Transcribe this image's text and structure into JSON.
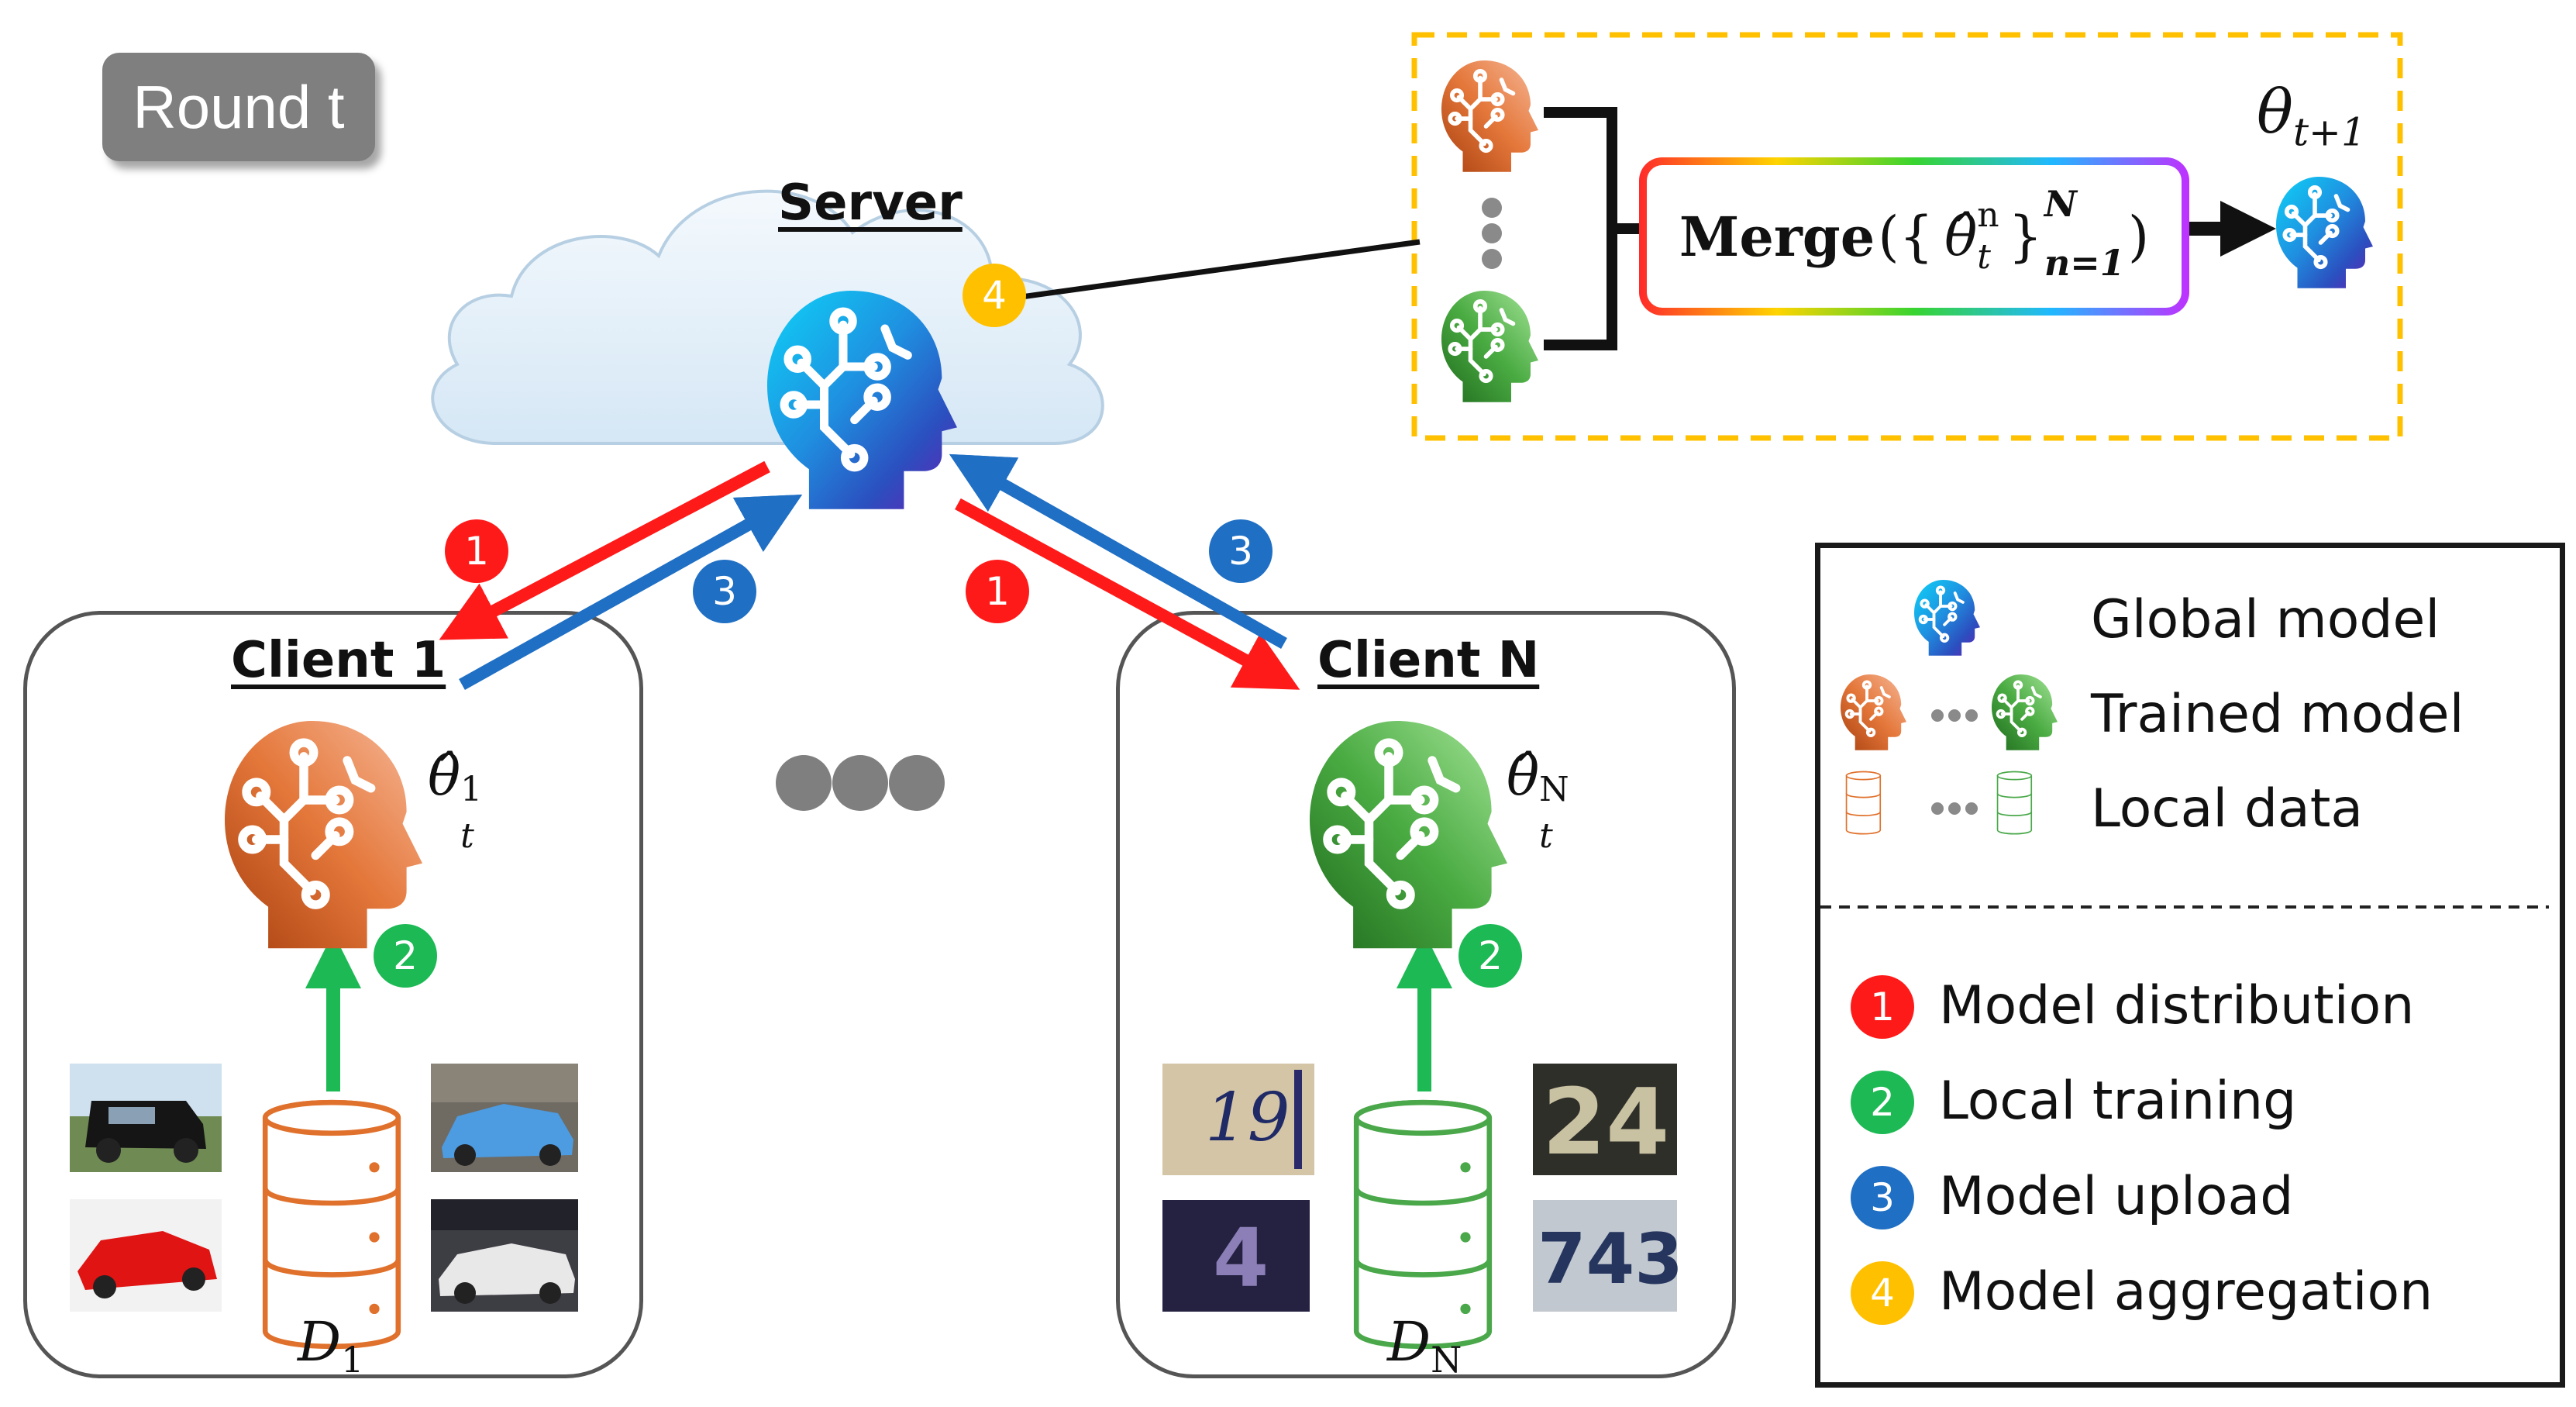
{
  "round_label": "Round t",
  "server": {
    "label": "Server"
  },
  "client_1": {
    "label": "Client 1",
    "theta": "θ̂",
    "theta_sub": "t",
    "theta_sup": "1",
    "dataset": "D",
    "dataset_sub": "1"
  },
  "client_n": {
    "label": "Client N",
    "theta": "θ̂",
    "theta_sub": "t",
    "theta_sup": "N",
    "dataset": "D",
    "dataset_sub": "N"
  },
  "merge": {
    "word": "Merge",
    "open": "({",
    "theta": "θ̂",
    "theta_sub": "t",
    "theta_sup": "n",
    "close_brace": "}",
    "set_sup": "N",
    "set_sub": "n=1",
    "close_paren": ")"
  },
  "next_model": {
    "theta": "θ",
    "sub": "t+1"
  },
  "step_numbers": {
    "distribution": "1",
    "training": "2",
    "upload": "3",
    "aggregation": "4"
  },
  "legend": {
    "global_model": "Global model",
    "trained_model": "Trained model",
    "local_data": "Local data",
    "model_distribution": "Model distribution",
    "local_training": "Local training",
    "model_upload": "Model upload",
    "model_aggregation": "Model aggregation"
  },
  "svhn_digits": [
    "19",
    "24",
    "4",
    "743"
  ],
  "colors": {
    "distribution": "#ff1a1a",
    "training": "#1db954",
    "upload": "#1f6fc4",
    "aggregation": "#ffc000",
    "client_1": "#e0712c",
    "client_n": "#4aa84a",
    "dashed_border": "#ffc000",
    "badge": "#7f7f7f"
  }
}
